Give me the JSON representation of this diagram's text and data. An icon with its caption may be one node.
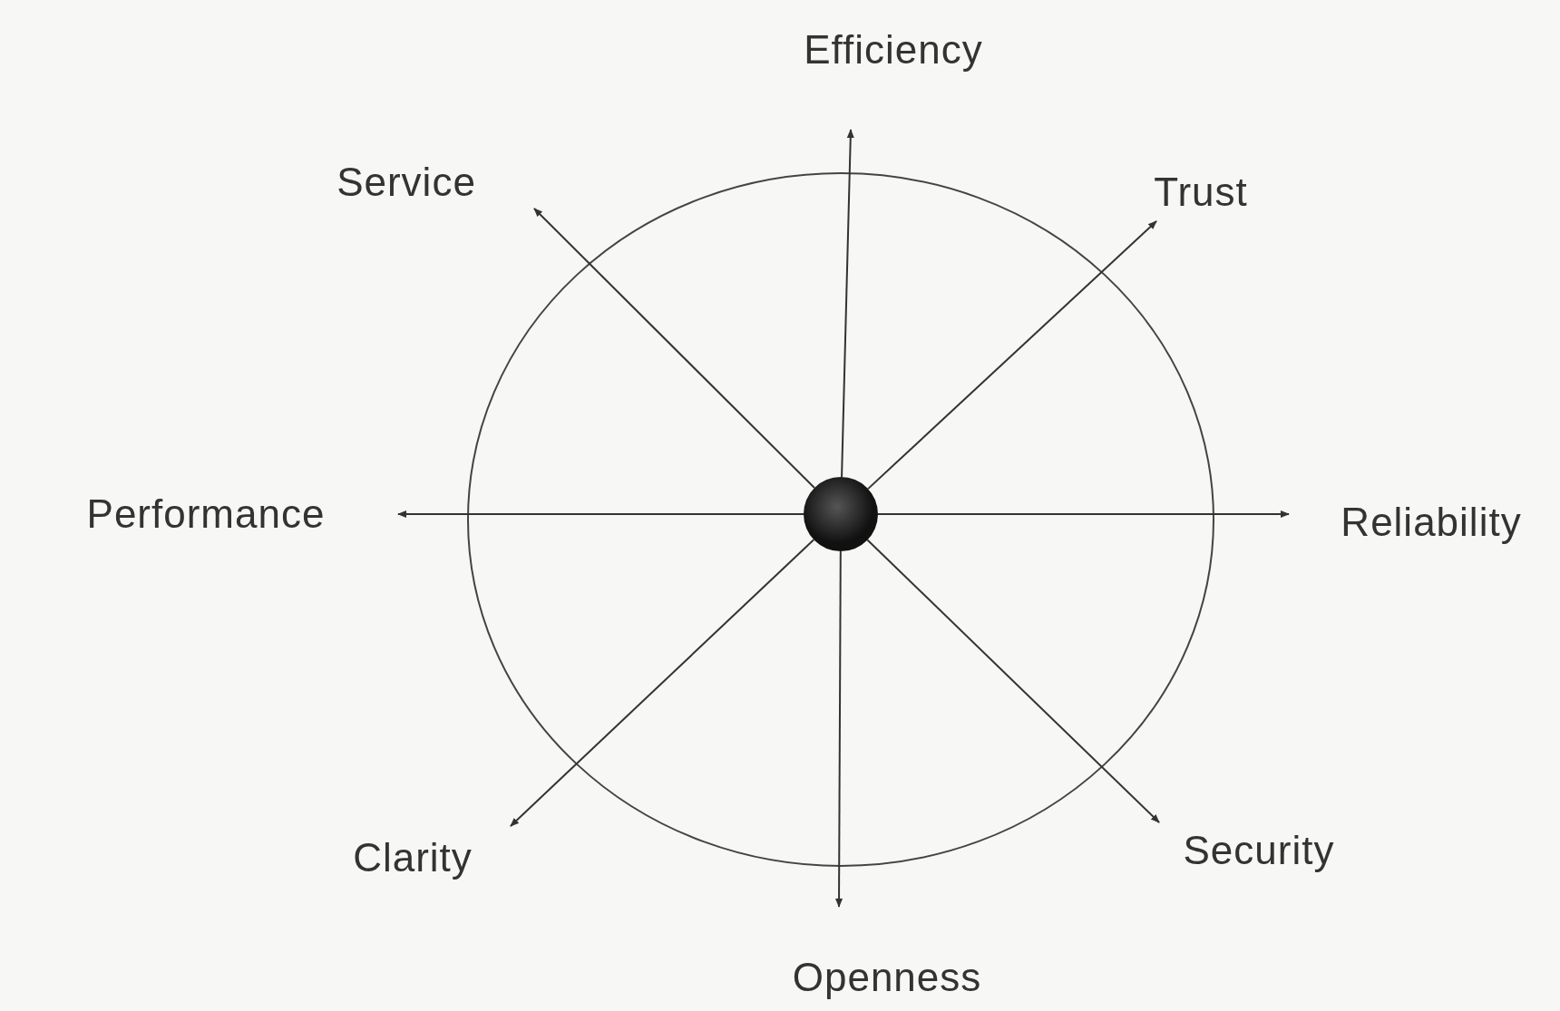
{
  "diagram": {
    "nodes": [
      {
        "text": [],
        "shape": "circle"
      },
      {
        "text": [
          "Efficiency"
        ]
      },
      {
        "text": [
          "Service"
        ]
      },
      {
        "text": [
          "Trust"
        ]
      },
      {
        "text": [
          "Performance"
        ]
      },
      {
        "text": [
          "Reliability"
        ]
      },
      {
        "text": [
          "Clarity"
        ]
      },
      {
        "text": [
          "Security"
        ]
      },
      {
        "text": [
          "Openness"
        ]
      }
    ],
    "edges": [
      {
        "from": 0,
        "to": 1,
        "arrow": "to"
      },
      {
        "from": 0,
        "to": 2,
        "arrow": "to"
      },
      {
        "from": 0,
        "to": 3,
        "arrow": "to"
      },
      {
        "from": 0,
        "to": 4,
        "arrow": "to"
      },
      {
        "from": 0,
        "to": 5,
        "arrow": "to"
      },
      {
        "from": 0,
        "to": 6,
        "arrow": "to"
      },
      {
        "from": 0,
        "to": 7,
        "arrow": "to"
      },
      {
        "from": 0,
        "to": 8,
        "arrow": "to"
      }
    ]
  }
}
